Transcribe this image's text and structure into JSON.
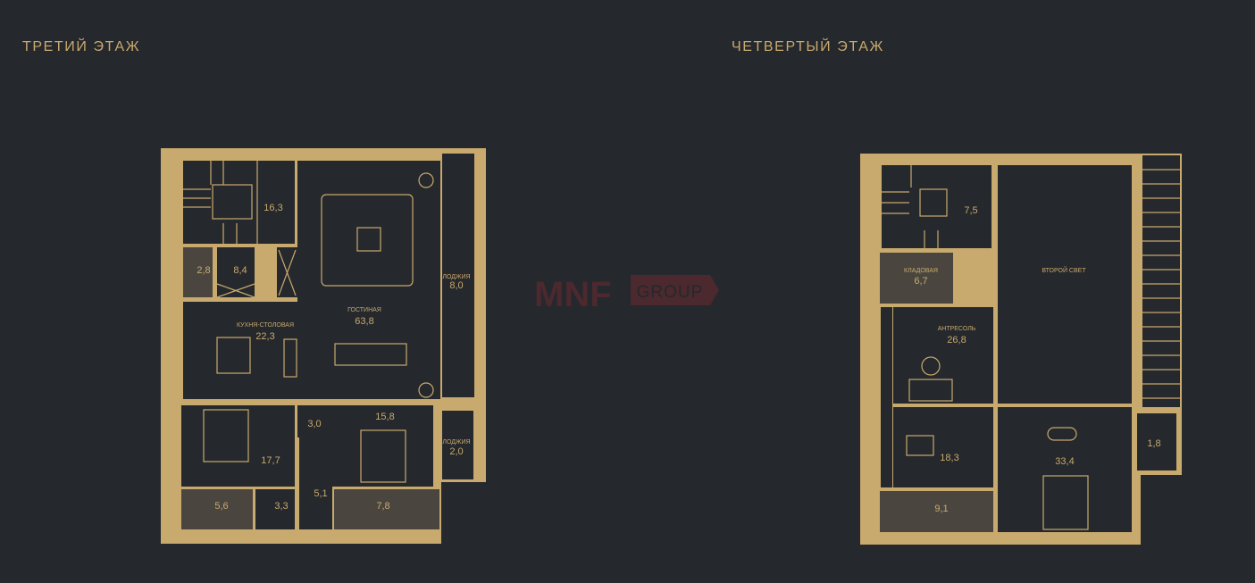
{
  "floors": [
    {
      "title": "ТРЕТИЙ ЭТАЖ",
      "rooms": [
        {
          "area": "16,3"
        },
        {
          "area": "2,8"
        },
        {
          "area": "8,4"
        },
        {
          "label": "КУХНЯ-СТОЛОВАЯ",
          "area": "22,3"
        },
        {
          "label": "ГОСТИНАЯ",
          "area": "63,8"
        },
        {
          "label": "ЛОДЖИЯ",
          "area": "8,0"
        },
        {
          "area": "3,0"
        },
        {
          "area": "15,8"
        },
        {
          "label": "ЛОДЖИЯ",
          "area": "2,0"
        },
        {
          "area": "17,7"
        },
        {
          "area": "5,1"
        },
        {
          "area": "5,6"
        },
        {
          "area": "3,3"
        },
        {
          "area": "7,8"
        }
      ]
    },
    {
      "title": "ЧЕТВЕРТЫЙ ЭТАЖ",
      "rooms": [
        {
          "area": "7,5"
        },
        {
          "label": "КЛАДОВАЯ",
          "area": "6,7"
        },
        {
          "label": "ВТОРОЙ СВЕТ"
        },
        {
          "label": "АНТРЕСОЛЬ",
          "area": "26,8"
        },
        {
          "area": "18,3"
        },
        {
          "area": "33,4"
        },
        {
          "area": "1,8"
        },
        {
          "area": "9,1"
        }
      ]
    }
  ],
  "watermark": {
    "brand": "MNF",
    "sub": "GROUP"
  },
  "colors": {
    "background": "#25282c",
    "walls": "#c8a96e",
    "wet_rooms": "#4a463f",
    "watermark": "#6a2a30"
  }
}
